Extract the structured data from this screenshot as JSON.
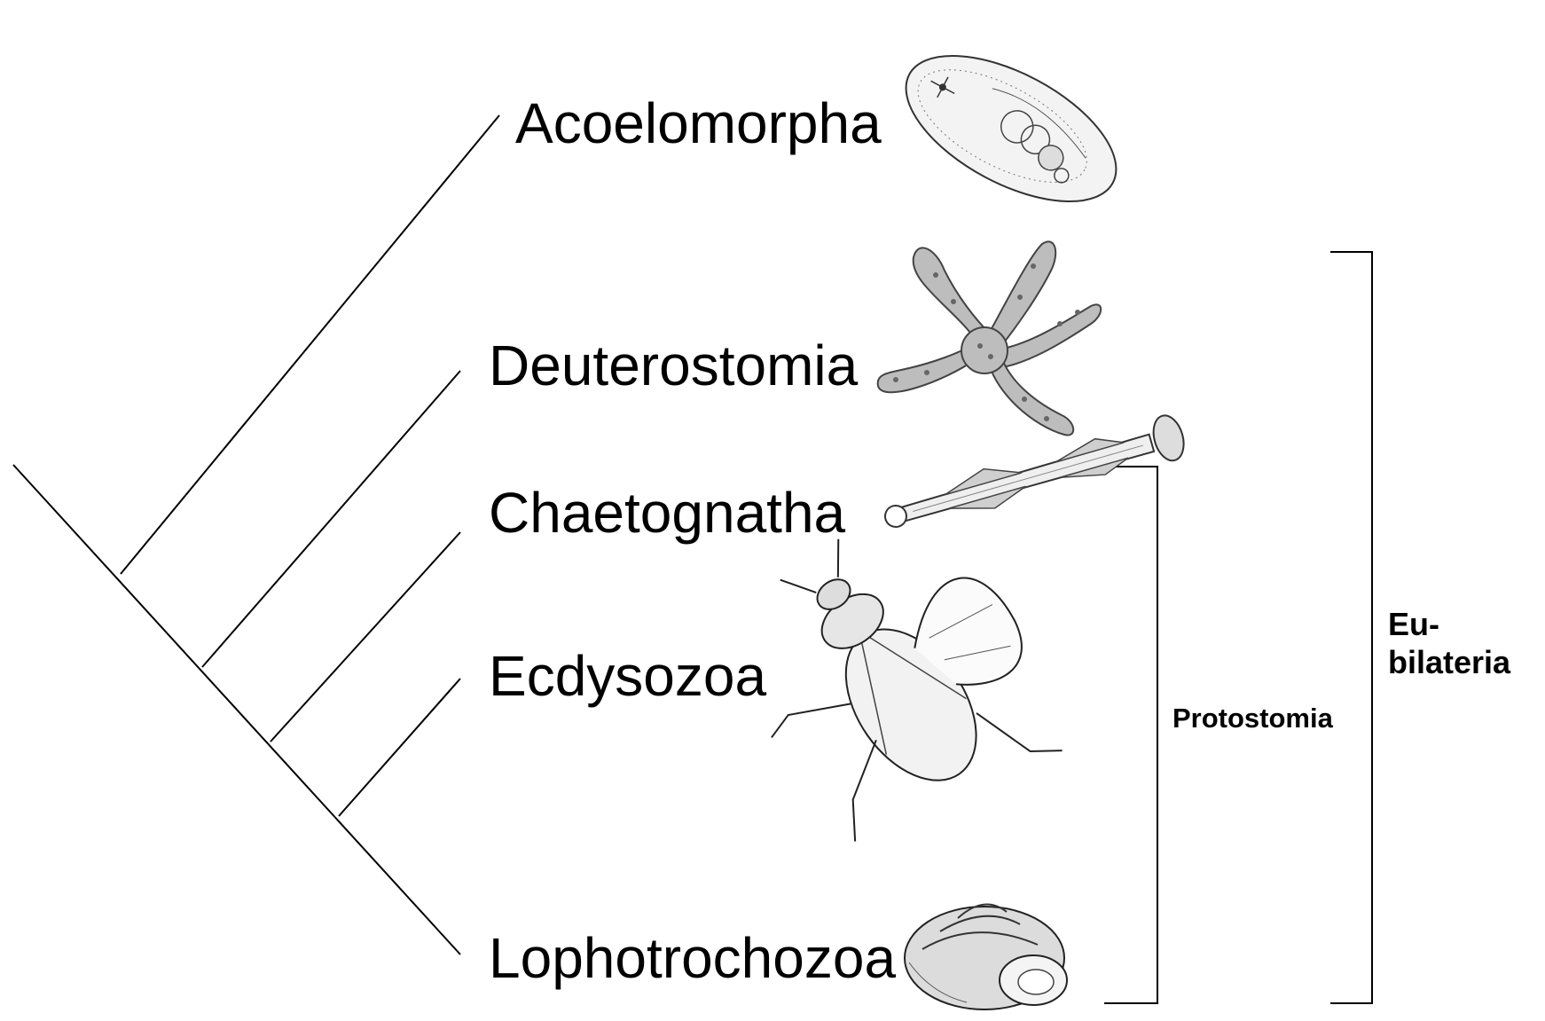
{
  "tree": {
    "taxa": [
      {
        "id": "acoelomorpha",
        "label": "Acoelomorpha",
        "illustration": "acoel-flatworm-drawing"
      },
      {
        "id": "deuterostomia",
        "label": "Deuterostomia",
        "illustration": "starfish-drawing"
      },
      {
        "id": "chaetognatha",
        "label": "Chaetognatha",
        "illustration": "arrow-worm-drawing"
      },
      {
        "id": "ecdysozoa",
        "label": "Ecdysozoa",
        "illustration": "beetle-drawing"
      },
      {
        "id": "lophotrochozoa",
        "label": "Lophotrochozoa",
        "illustration": "snail-shell-drawing"
      }
    ],
    "topology": "(Acoelomorpha,(Deuterostomia,(Chaetognatha,(Ecdysozoa,Lophotrochozoa))))"
  },
  "brackets": {
    "protostomia": {
      "label": "Protostomia",
      "members": [
        "Chaetognatha",
        "Ecdysozoa",
        "Lophotrochozoa"
      ]
    },
    "eubilateria": {
      "label_line1": "Eu-",
      "label_line2": "bilateria",
      "members": [
        "Deuterostomia",
        "Chaetognatha",
        "Ecdysozoa",
        "Lophotrochozoa"
      ]
    }
  },
  "colors": {
    "line": "#000000",
    "drawing": "#333333",
    "drawing_fill": "#c8c8c8"
  }
}
